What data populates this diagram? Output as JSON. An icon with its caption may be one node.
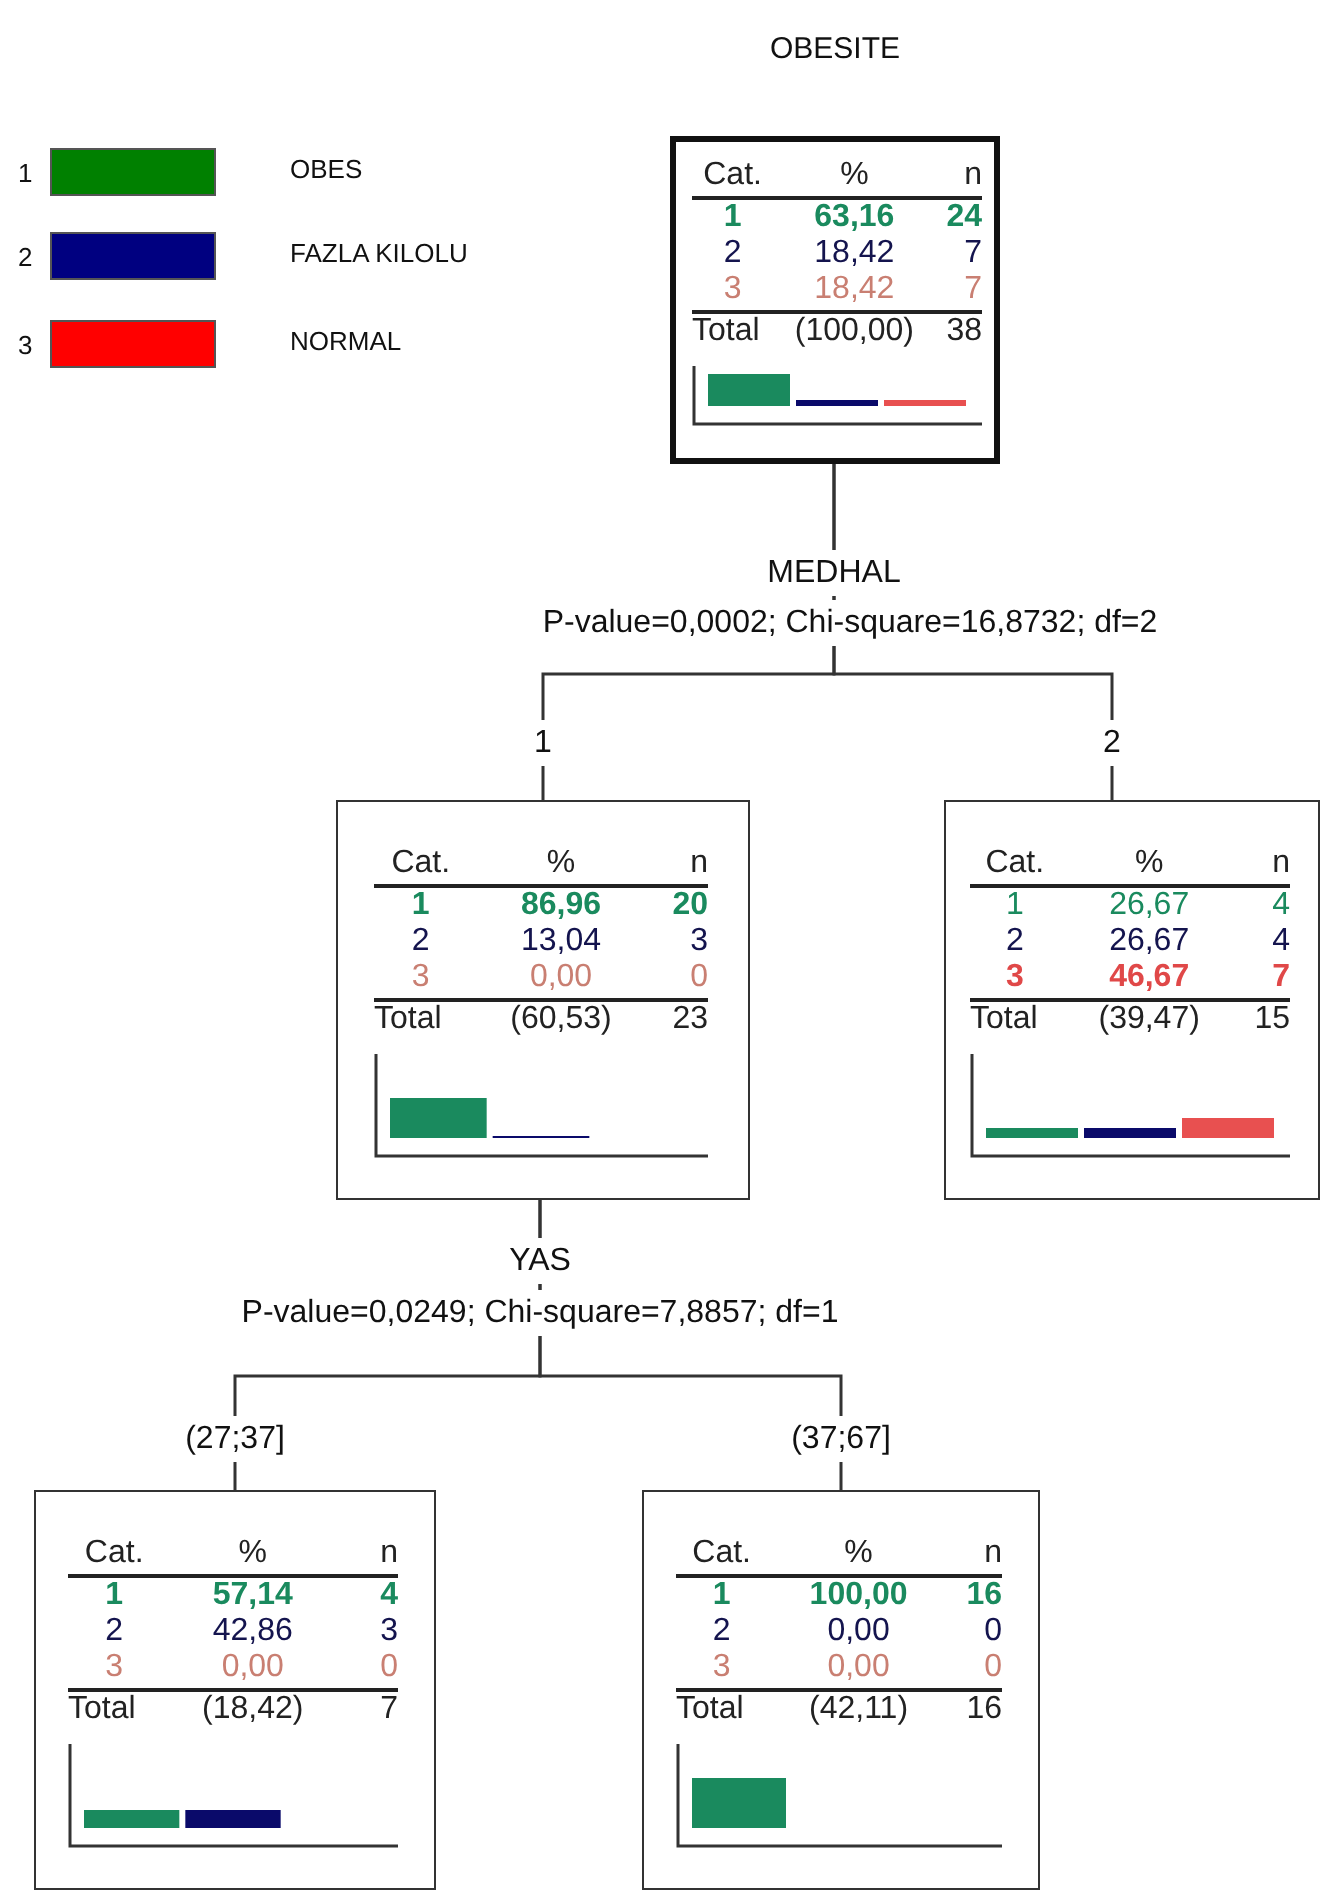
{
  "diagram": {
    "nodes": [
      {
        "text": [
          "OBESITE",
          "Cat.",
          "%",
          "n",
          "1",
          "63,16",
          "24",
          "2",
          "18,42",
          "7",
          "3",
          "18,42",
          "7",
          "Total",
          "(100,00)",
          "38"
        ],
        "beside": [
          "MEDHAL",
          "P-value=0,0002; Chi-square=16,8732; df=2"
        ]
      },
      {
        "text": [
          "Cat.",
          "%",
          "n",
          "1",
          "86,96",
          "20",
          "2",
          "13,04",
          "3",
          "3",
          "0,00",
          "0",
          "Total",
          "(60,53)",
          "23"
        ],
        "beside": [
          "YAS",
          "P-value=0,0249; Chi-square=7,8857; df=1"
        ]
      },
      {
        "text": [
          "Cat.",
          "%",
          "n",
          "1",
          "26,67",
          "4",
          "2",
          "26,67",
          "4",
          "3",
          "46,67",
          "7",
          "Total",
          "(39,47)",
          "15"
        ]
      },
      {
        "text": [
          "Cat.",
          "%",
          "n",
          "1",
          "57,14",
          "4",
          "2",
          "42,86",
          "3",
          "3",
          "0,00",
          "0",
          "Total",
          "(18,42)",
          "7"
        ]
      },
      {
        "text": [
          "Cat.",
          "%",
          "n",
          "1",
          "100,00",
          "16",
          "2",
          "0,00",
          "0",
          "3",
          "0,00",
          "0",
          "Total",
          "(42,11)",
          "16"
        ]
      }
    ],
    "edges": [
      {
        "from": 0,
        "to": 1,
        "arrow": "none",
        "label": "1"
      },
      {
        "from": 0,
        "to": 2,
        "arrow": "none",
        "label": "2"
      },
      {
        "from": 1,
        "to": 3,
        "arrow": "none",
        "label": "(27;37]"
      },
      {
        "from": 1,
        "to": 4,
        "arrow": "none",
        "label": "(37;67]"
      }
    ],
    "labels": [
      "1",
      "2",
      "3"
    ],
    "legend": [
      {
        "text": "OBES",
        "color": "#008000"
      },
      {
        "text": "FAZLA KILOLU",
        "color": "#000080"
      },
      {
        "text": "NORMAL",
        "color": "#ff0000"
      }
    ]
  }
}
